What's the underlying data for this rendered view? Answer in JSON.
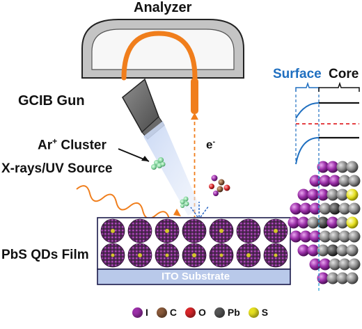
{
  "labels": {
    "analyzer": "Analyzer",
    "gcib_gun": "GCIB Gun",
    "ar_cluster_main": "Ar",
    "ar_cluster_sup": "+",
    "ar_cluster_rest": " Cluster",
    "xray_source": "X-rays/UV Source",
    "electron": "e",
    "electron_sup": "-",
    "film": "PbS QDs Film",
    "substrate": "ITO Substrate",
    "surface": "Surface",
    "core": "Core"
  },
  "legend": [
    {
      "symbol": "I",
      "color": "#9b2fa8"
    },
    {
      "symbol": "C",
      "color": "#8a5a3a"
    },
    {
      "symbol": "O",
      "color": "#d8262a"
    },
    {
      "symbol": "Pb",
      "color": "#555555"
    },
    {
      "symbol": "S",
      "color": "#e6e020"
    }
  ],
  "colors": {
    "analyzer_arc": "#f07e1c",
    "surface_text": "#1f6fc0",
    "substrate_fill": "#b9c9ea",
    "iodine": "#9b2fa8"
  }
}
